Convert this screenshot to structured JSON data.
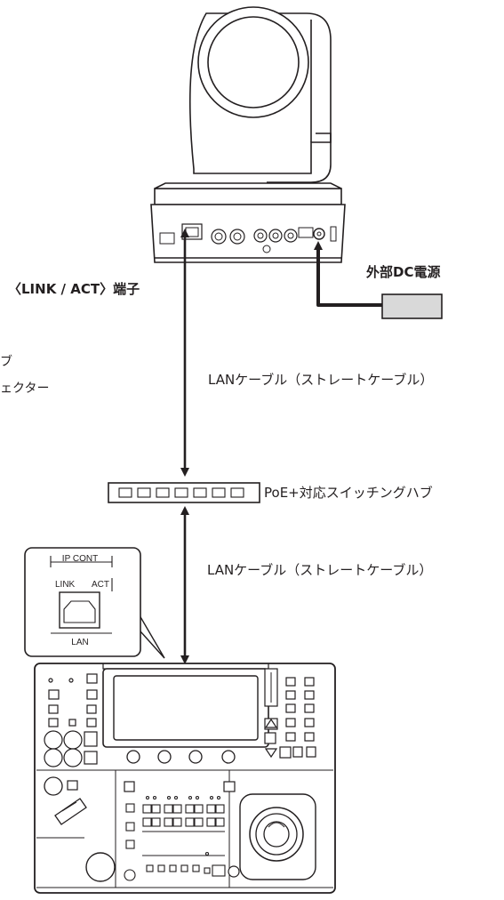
{
  "labels": {
    "link_act_terminal": "〈LINK / ACT〉端子",
    "external_dc": "外部DC電源",
    "hub_cut": "ブ",
    "connector_cut": "ェクター",
    "lan_cable_top": "LANケーブル（ストレートケーブル）",
    "poe_switch": "PoE+対応スイッチングハブ",
    "lan_cable_bottom": "LANケーブル（ストレートケーブル）"
  },
  "callout": {
    "ip_cont": "IP CONT",
    "link": "LINK",
    "act": "ACT",
    "lan": "LAN"
  },
  "colors": {
    "line": "#231f20",
    "power_box": "#d9d9d9",
    "panel": "#ffffff"
  }
}
